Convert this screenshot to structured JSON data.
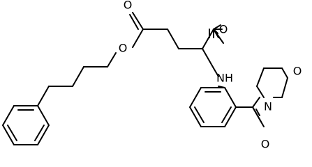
{
  "molecule": {
    "atoms": {
      "carbonyl_oxygen_ester": "O",
      "ester_oxygen": "O",
      "amide_oxygen": "O",
      "amide_nitrogen": "NH",
      "morpholine_oxygen": "O",
      "morpholine_nitrogen": "N",
      "benzamide_oxygen": "O"
    }
  }
}
